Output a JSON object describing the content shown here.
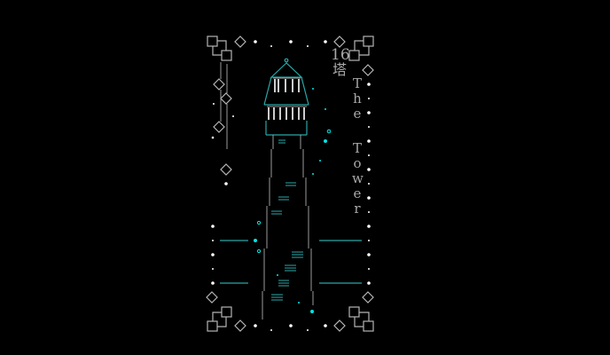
{
  "card": {
    "number": "16",
    "kanji": "塔",
    "title": "The Tower"
  },
  "colors": {
    "background": "#000000",
    "line": "#9a9a9a",
    "accent": "#00e5e5",
    "teal": "#2aa7a7",
    "white": "#ffffff"
  },
  "icons": [
    "corner-bracket-icon",
    "diamond-icon",
    "dot-icon"
  ]
}
